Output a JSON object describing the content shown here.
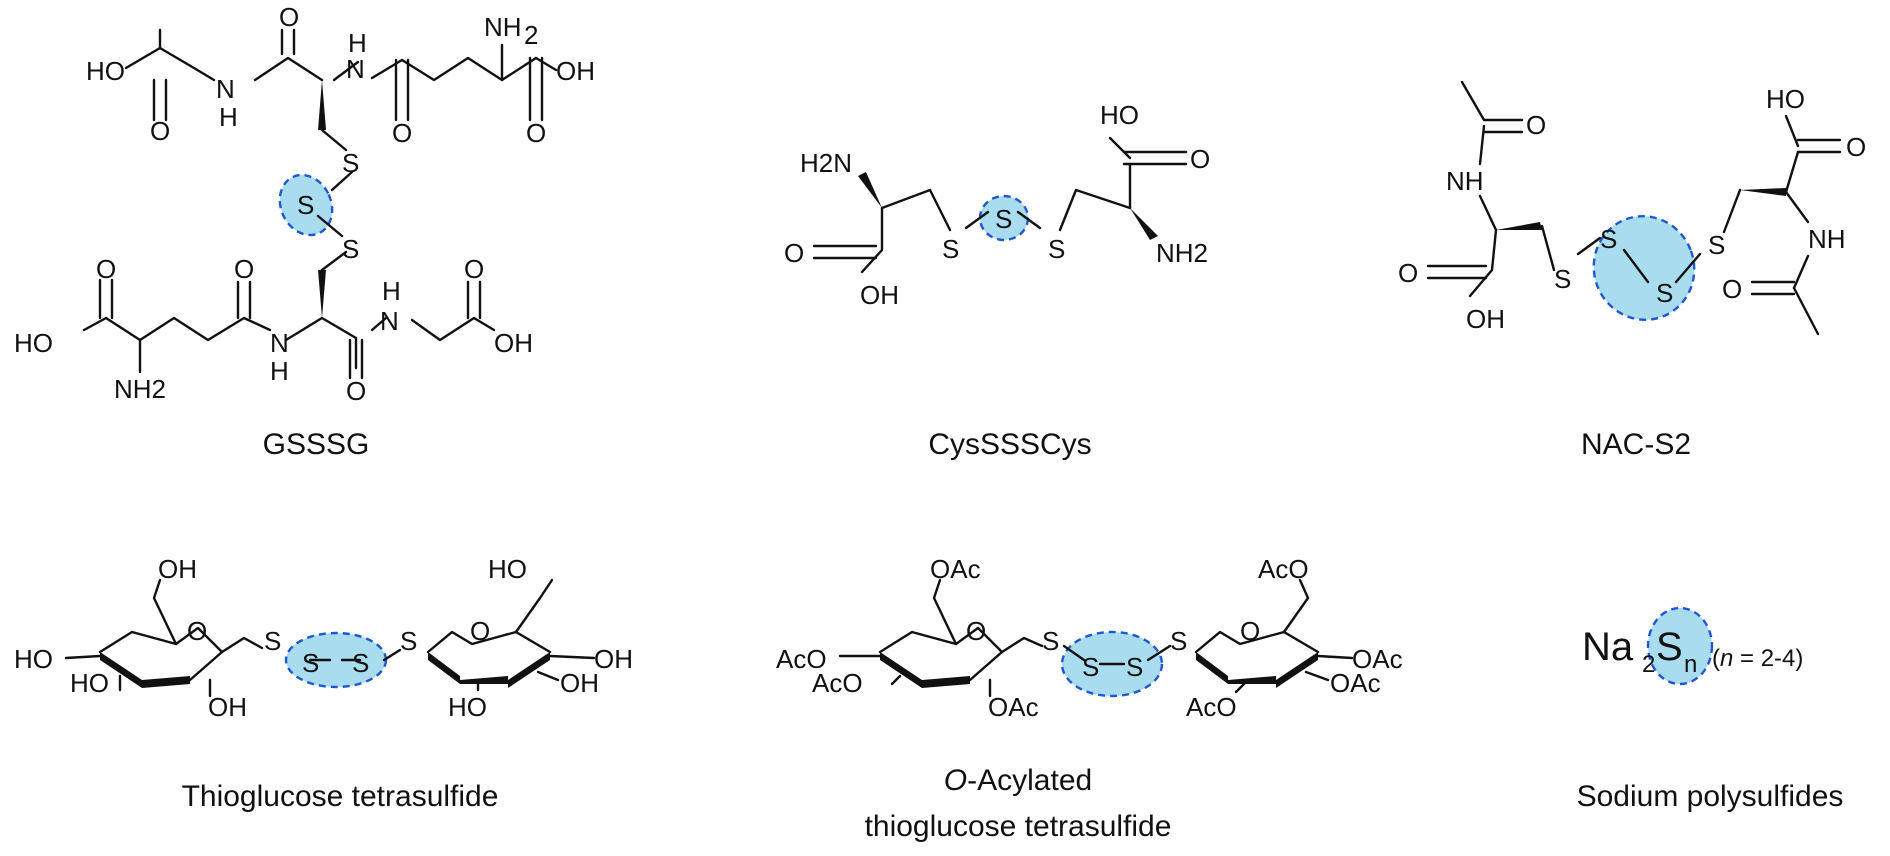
{
  "figure": {
    "panels": [
      {
        "id": "gsssg",
        "caption": "GSSSG",
        "atoms": {
          "ho": "HO",
          "oh": "OH",
          "o": "O",
          "s": "S",
          "h": "H",
          "n": "N",
          "nh": "NH",
          "nh2": "NH2"
        }
      },
      {
        "id": "cyssscys",
        "caption": "CysSSSCys",
        "atoms": {
          "h2n": "H2N",
          "ho": "HO",
          "oh": "OH",
          "o": "O",
          "s": "S",
          "nh2": "NH2"
        }
      },
      {
        "id": "nac-s2",
        "caption": "NAC-S2",
        "atoms": {
          "nh": "NH",
          "ho": "HO",
          "oh": "OH",
          "o": "O",
          "s": "S"
        }
      },
      {
        "id": "thioglucose-tetrasulfide",
        "caption": "Thioglucose tetrasulfide",
        "atoms": {
          "oh": "OH",
          "ho": "HO",
          "o": "O",
          "s": "S"
        }
      },
      {
        "id": "o-acylated-thioglucose-tetrasulfide",
        "caption_italic": "O",
        "caption_line1_rest": "-Acylated",
        "caption_line2": "thioglucose tetrasulfide",
        "atoms": {
          "oac": "OAc",
          "aco": "AcO",
          "o": "O",
          "s": "S"
        }
      },
      {
        "id": "sodium-polysulfides",
        "caption": "Sodium polysulfides",
        "formula": {
          "na": "Na",
          "na_sub": "2",
          "s": "S",
          "s_sub": "n",
          "cond_open": "(",
          "cond_var": "n",
          "cond_rest": " = 2-4)"
        }
      }
    ],
    "colors": {
      "highlight_fill": "#a9dcef",
      "highlight_stroke": "#1f57d1",
      "ink": "#111111"
    }
  }
}
